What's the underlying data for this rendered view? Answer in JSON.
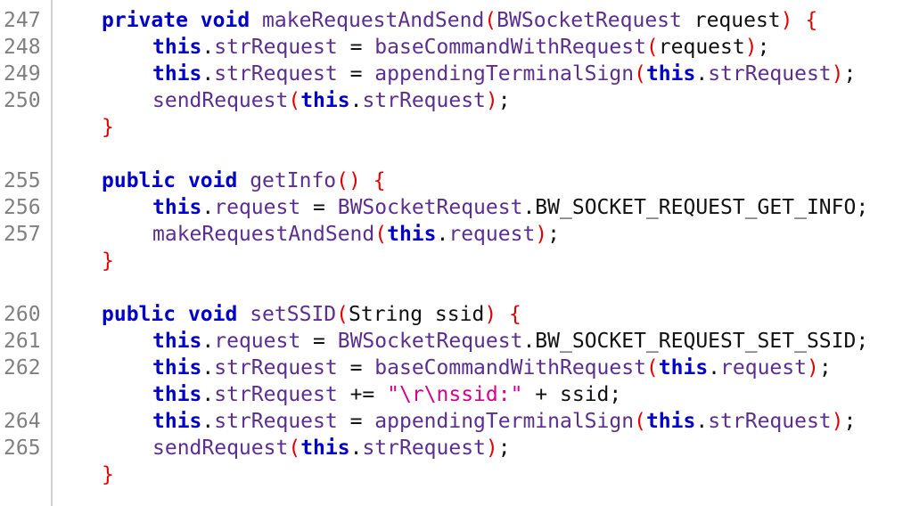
{
  "colors": {
    "keyword": "#0000cc",
    "function": "#5b2e91",
    "identifier": "#5b2e91",
    "plain": "#111111",
    "bracket": "#e00000",
    "string": "#d4008f",
    "line_number": "#808080",
    "gutter_border": "#d0d0d0"
  },
  "lines": [
    {
      "num": "247",
      "indent": 0,
      "tokens": [
        {
          "t": "kw",
          "v": "private"
        },
        {
          "t": "pl",
          "v": " "
        },
        {
          "t": "kw",
          "v": "void"
        },
        {
          "t": "pl",
          "v": " "
        },
        {
          "t": "fn",
          "v": "makeRequestAndSend"
        },
        {
          "t": "br",
          "v": "("
        },
        {
          "t": "id",
          "v": "BWSocketRequest"
        },
        {
          "t": "pl",
          "v": " request"
        },
        {
          "t": "br",
          "v": ")"
        },
        {
          "t": "pl",
          "v": " "
        },
        {
          "t": "br",
          "v": "{"
        }
      ]
    },
    {
      "num": "248",
      "indent": 1,
      "tokens": [
        {
          "t": "kw",
          "v": "this"
        },
        {
          "t": "pl",
          "v": "."
        },
        {
          "t": "id",
          "v": "strRequest"
        },
        {
          "t": "pl",
          "v": " = "
        },
        {
          "t": "fn",
          "v": "baseCommandWithRequest"
        },
        {
          "t": "br",
          "v": "("
        },
        {
          "t": "pl",
          "v": "request"
        },
        {
          "t": "br",
          "v": ")"
        },
        {
          "t": "pl",
          "v": ";"
        }
      ]
    },
    {
      "num": "249",
      "indent": 1,
      "tokens": [
        {
          "t": "kw",
          "v": "this"
        },
        {
          "t": "pl",
          "v": "."
        },
        {
          "t": "id",
          "v": "strRequest"
        },
        {
          "t": "pl",
          "v": " = "
        },
        {
          "t": "fn",
          "v": "appendingTerminalSign"
        },
        {
          "t": "br",
          "v": "("
        },
        {
          "t": "kw",
          "v": "this"
        },
        {
          "t": "pl",
          "v": "."
        },
        {
          "t": "id",
          "v": "strRequest"
        },
        {
          "t": "br",
          "v": ")"
        },
        {
          "t": "pl",
          "v": ";"
        }
      ]
    },
    {
      "num": "250",
      "indent": 1,
      "tokens": [
        {
          "t": "fn",
          "v": "sendRequest"
        },
        {
          "t": "br",
          "v": "("
        },
        {
          "t": "kw",
          "v": "this"
        },
        {
          "t": "pl",
          "v": "."
        },
        {
          "t": "id",
          "v": "strRequest"
        },
        {
          "t": "br",
          "v": ")"
        },
        {
          "t": "pl",
          "v": ";"
        }
      ]
    },
    {
      "num": "",
      "indent": 0,
      "tokens": [
        {
          "t": "br",
          "v": "}"
        }
      ]
    },
    {
      "num": "",
      "indent": 0,
      "tokens": []
    },
    {
      "num": "255",
      "indent": 0,
      "tokens": [
        {
          "t": "kw",
          "v": "public"
        },
        {
          "t": "pl",
          "v": " "
        },
        {
          "t": "kw",
          "v": "void"
        },
        {
          "t": "pl",
          "v": " "
        },
        {
          "t": "fn",
          "v": "getInfo"
        },
        {
          "t": "br",
          "v": "()"
        },
        {
          "t": "pl",
          "v": " "
        },
        {
          "t": "br",
          "v": "{"
        }
      ]
    },
    {
      "num": "256",
      "indent": 1,
      "tokens": [
        {
          "t": "kw",
          "v": "this"
        },
        {
          "t": "pl",
          "v": "."
        },
        {
          "t": "id",
          "v": "request"
        },
        {
          "t": "pl",
          "v": " = "
        },
        {
          "t": "id",
          "v": "BWSocketRequest"
        },
        {
          "t": "pl",
          "v": ".BW_SOCKET_REQUEST_GET_INFO;"
        }
      ]
    },
    {
      "num": "257",
      "indent": 1,
      "tokens": [
        {
          "t": "fn",
          "v": "makeRequestAndSend"
        },
        {
          "t": "br",
          "v": "("
        },
        {
          "t": "kw",
          "v": "this"
        },
        {
          "t": "pl",
          "v": "."
        },
        {
          "t": "id",
          "v": "request"
        },
        {
          "t": "br",
          "v": ")"
        },
        {
          "t": "pl",
          "v": ";"
        }
      ]
    },
    {
      "num": "",
      "indent": 0,
      "tokens": [
        {
          "t": "br",
          "v": "}"
        }
      ]
    },
    {
      "num": "",
      "indent": 0,
      "tokens": []
    },
    {
      "num": "260",
      "indent": 0,
      "tokens": [
        {
          "t": "kw",
          "v": "public"
        },
        {
          "t": "pl",
          "v": " "
        },
        {
          "t": "kw",
          "v": "void"
        },
        {
          "t": "pl",
          "v": " "
        },
        {
          "t": "fn",
          "v": "setSSID"
        },
        {
          "t": "br",
          "v": "("
        },
        {
          "t": "pl",
          "v": "String ssid"
        },
        {
          "t": "br",
          "v": ")"
        },
        {
          "t": "pl",
          "v": " "
        },
        {
          "t": "br",
          "v": "{"
        }
      ]
    },
    {
      "num": "261",
      "indent": 1,
      "tokens": [
        {
          "t": "kw",
          "v": "this"
        },
        {
          "t": "pl",
          "v": "."
        },
        {
          "t": "id",
          "v": "request"
        },
        {
          "t": "pl",
          "v": " = "
        },
        {
          "t": "id",
          "v": "BWSocketRequest"
        },
        {
          "t": "pl",
          "v": ".BW_SOCKET_REQUEST_SET_SSID;"
        }
      ]
    },
    {
      "num": "262",
      "indent": 1,
      "tokens": [
        {
          "t": "kw",
          "v": "this"
        },
        {
          "t": "pl",
          "v": "."
        },
        {
          "t": "id",
          "v": "strRequest"
        },
        {
          "t": "pl",
          "v": " = "
        },
        {
          "t": "fn",
          "v": "baseCommandWithRequest"
        },
        {
          "t": "br",
          "v": "("
        },
        {
          "t": "kw",
          "v": "this"
        },
        {
          "t": "pl",
          "v": "."
        },
        {
          "t": "id",
          "v": "request"
        },
        {
          "t": "br",
          "v": ")"
        },
        {
          "t": "pl",
          "v": ";"
        }
      ]
    },
    {
      "num": "",
      "indent": 1,
      "tokens": [
        {
          "t": "kw",
          "v": "this"
        },
        {
          "t": "pl",
          "v": "."
        },
        {
          "t": "id",
          "v": "strRequest"
        },
        {
          "t": "pl",
          "v": " += "
        },
        {
          "t": "st",
          "v": "\"\\r\\nssid:\""
        },
        {
          "t": "pl",
          "v": " + ssid;"
        }
      ]
    },
    {
      "num": "264",
      "indent": 1,
      "tokens": [
        {
          "t": "kw",
          "v": "this"
        },
        {
          "t": "pl",
          "v": "."
        },
        {
          "t": "id",
          "v": "strRequest"
        },
        {
          "t": "pl",
          "v": " = "
        },
        {
          "t": "fn",
          "v": "appendingTerminalSign"
        },
        {
          "t": "br",
          "v": "("
        },
        {
          "t": "kw",
          "v": "this"
        },
        {
          "t": "pl",
          "v": "."
        },
        {
          "t": "id",
          "v": "strRequest"
        },
        {
          "t": "br",
          "v": ")"
        },
        {
          "t": "pl",
          "v": ";"
        }
      ]
    },
    {
      "num": "265",
      "indent": 1,
      "tokens": [
        {
          "t": "fn",
          "v": "sendRequest"
        },
        {
          "t": "br",
          "v": "("
        },
        {
          "t": "kw",
          "v": "this"
        },
        {
          "t": "pl",
          "v": "."
        },
        {
          "t": "id",
          "v": "strRequest"
        },
        {
          "t": "br",
          "v": ")"
        },
        {
          "t": "pl",
          "v": ";"
        }
      ]
    },
    {
      "num": "",
      "indent": 0,
      "tokens": [
        {
          "t": "br",
          "v": "}"
        }
      ]
    }
  ]
}
